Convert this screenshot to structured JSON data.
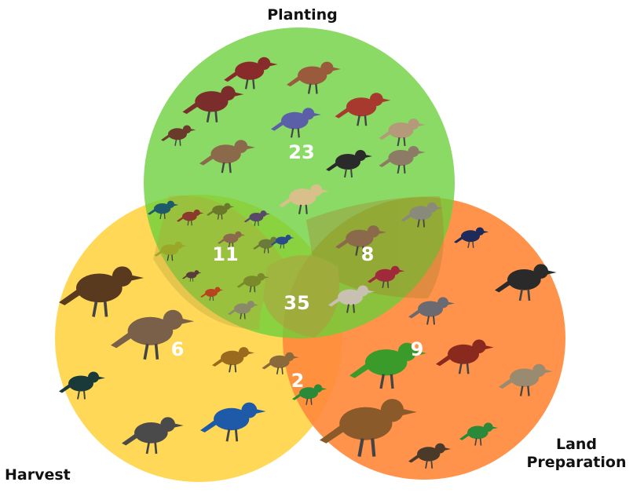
{
  "sets": {
    "planting": {
      "label": "Planting",
      "color": "#69cf3a"
    },
    "harvest": {
      "label": "Harvest",
      "color": "#ffd54a"
    },
    "land_preparation": {
      "label": "Land\nPreparation",
      "color": "#ff8a3c"
    }
  },
  "regions": {
    "planting_only": "23",
    "planting_harvest": "11",
    "planting_land": "8",
    "all_three": "35",
    "harvest_only": "6",
    "harvest_land": "2",
    "land_only": "9"
  },
  "icons": [
    "bird-illustration"
  ]
}
